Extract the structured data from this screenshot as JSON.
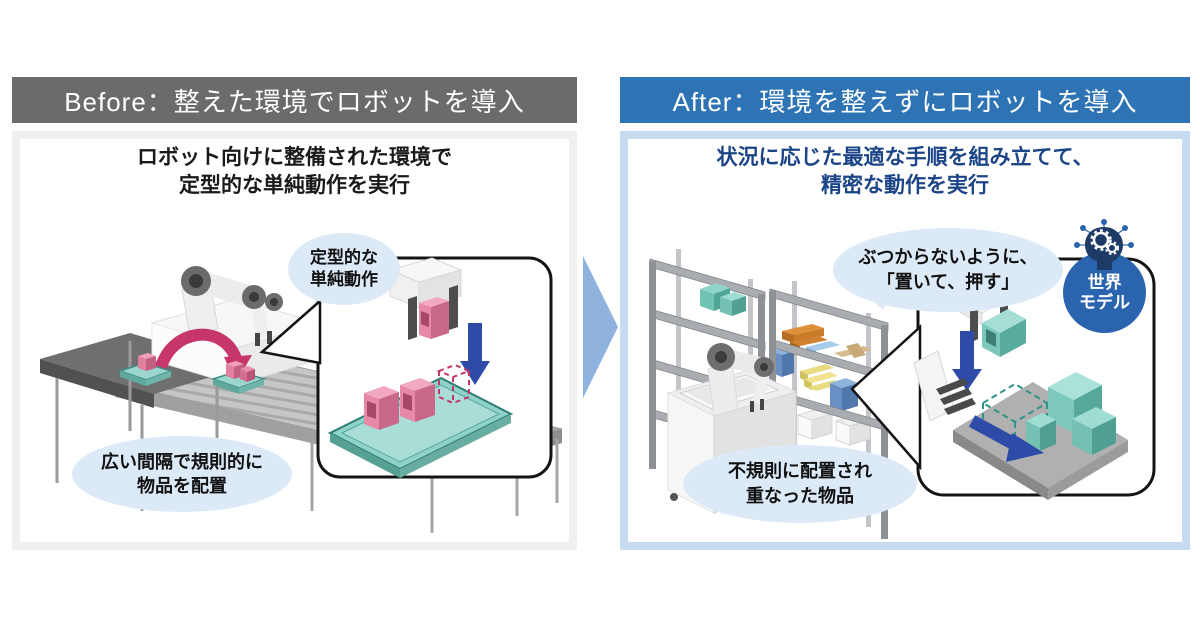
{
  "before": {
    "header": "Before：整えた環境でロボットを導入",
    "title_line1": "ロボット向けに整備された環境で",
    "title_line2": "定型的な単純動作を実行",
    "bubble_motion_line1": "定型的な",
    "bubble_motion_line2": "単純動作",
    "bubble_placement_line1": "広い間隔で規則的に",
    "bubble_placement_line2": "物品を配置"
  },
  "after": {
    "header": "After：環境を整えずにロボットを導入",
    "title_line1": "状況に応じた最適な手順を組み立てて、",
    "title_line2": "精密な動作を実行",
    "bubble_plan_line1": "ぶつからないように、",
    "bubble_plan_line2": "「置いて、押す」",
    "bubble_items_line1": "不規則に配置され",
    "bubble_items_line2": "重なった物品",
    "world_model_line1": "世界",
    "world_model_line2": "モデル"
  },
  "colors": {
    "before_header_bg": "#6B6B6B",
    "after_header_bg": "#2E74B5",
    "before_panel_border": "#F0F0F0",
    "after_panel_border": "#C7DBF0",
    "after_title_text": "#1C4587",
    "speech_bubble_bg": "#DCEAF8",
    "transition_arrow": "#8FB3DE",
    "action_arrow_blue": "#2E4BA8",
    "pick_arc_pink": "#C7366B",
    "tray_teal": "#8FD2CA",
    "world_model_badge_bg": "#2A64AE"
  }
}
